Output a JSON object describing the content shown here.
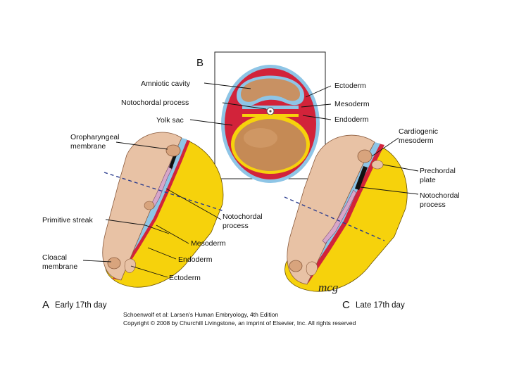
{
  "panel_b": {
    "letter": "B",
    "labels": {
      "amniotic_cavity": "Amniotic cavity",
      "notochordal_process": "Notochordal process",
      "yolk_sac": "Yolk sac",
      "ectoderm": "Ectoderm",
      "mesoderm": "Mesoderm",
      "endoderm": "Endoderm"
    }
  },
  "panel_a": {
    "letter": "A",
    "caption": "Early 17th day",
    "labels": {
      "oropharyngeal_1": "Oropharyngeal",
      "oropharyngeal_2": "membrane",
      "primitive_streak": "Primitive streak",
      "cloacal_1": "Cloacal",
      "cloacal_2": "membrane",
      "notochordal_1": "Notochordal",
      "notochordal_2": "process",
      "mesoderm": "Mesoderm",
      "endoderm": "Endoderm",
      "ectoderm": "Ectoderm"
    }
  },
  "panel_c": {
    "letter": "C",
    "caption": "Late 17th day",
    "labels": {
      "cardiogenic_1": "Cardiogenic",
      "cardiogenic_2": "mesoderm",
      "prechordal_1": "Prechordal",
      "prechordal_2": "plate",
      "notochordal_1": "Notochordal",
      "notochordal_2": "process"
    }
  },
  "credit": {
    "line1": "Schoenwolf et al: Larsen's Human Embryology, 4th Edition",
    "line2": "Copyright © 2008 by Churchill Livingstone, an imprint of Elsevier, Inc. All rights reserved"
  },
  "signature": "mcg",
  "colors": {
    "skin": "#e8c2a5",
    "skin_dark": "#c9946f",
    "amnion_blue": "#8ec5e6",
    "mesoderm_red": "#d2233a",
    "yolk_yellow": "#f6d20c",
    "yolk_brown": "#c58a55",
    "notochord_pink": "#d7a6c9"
  }
}
